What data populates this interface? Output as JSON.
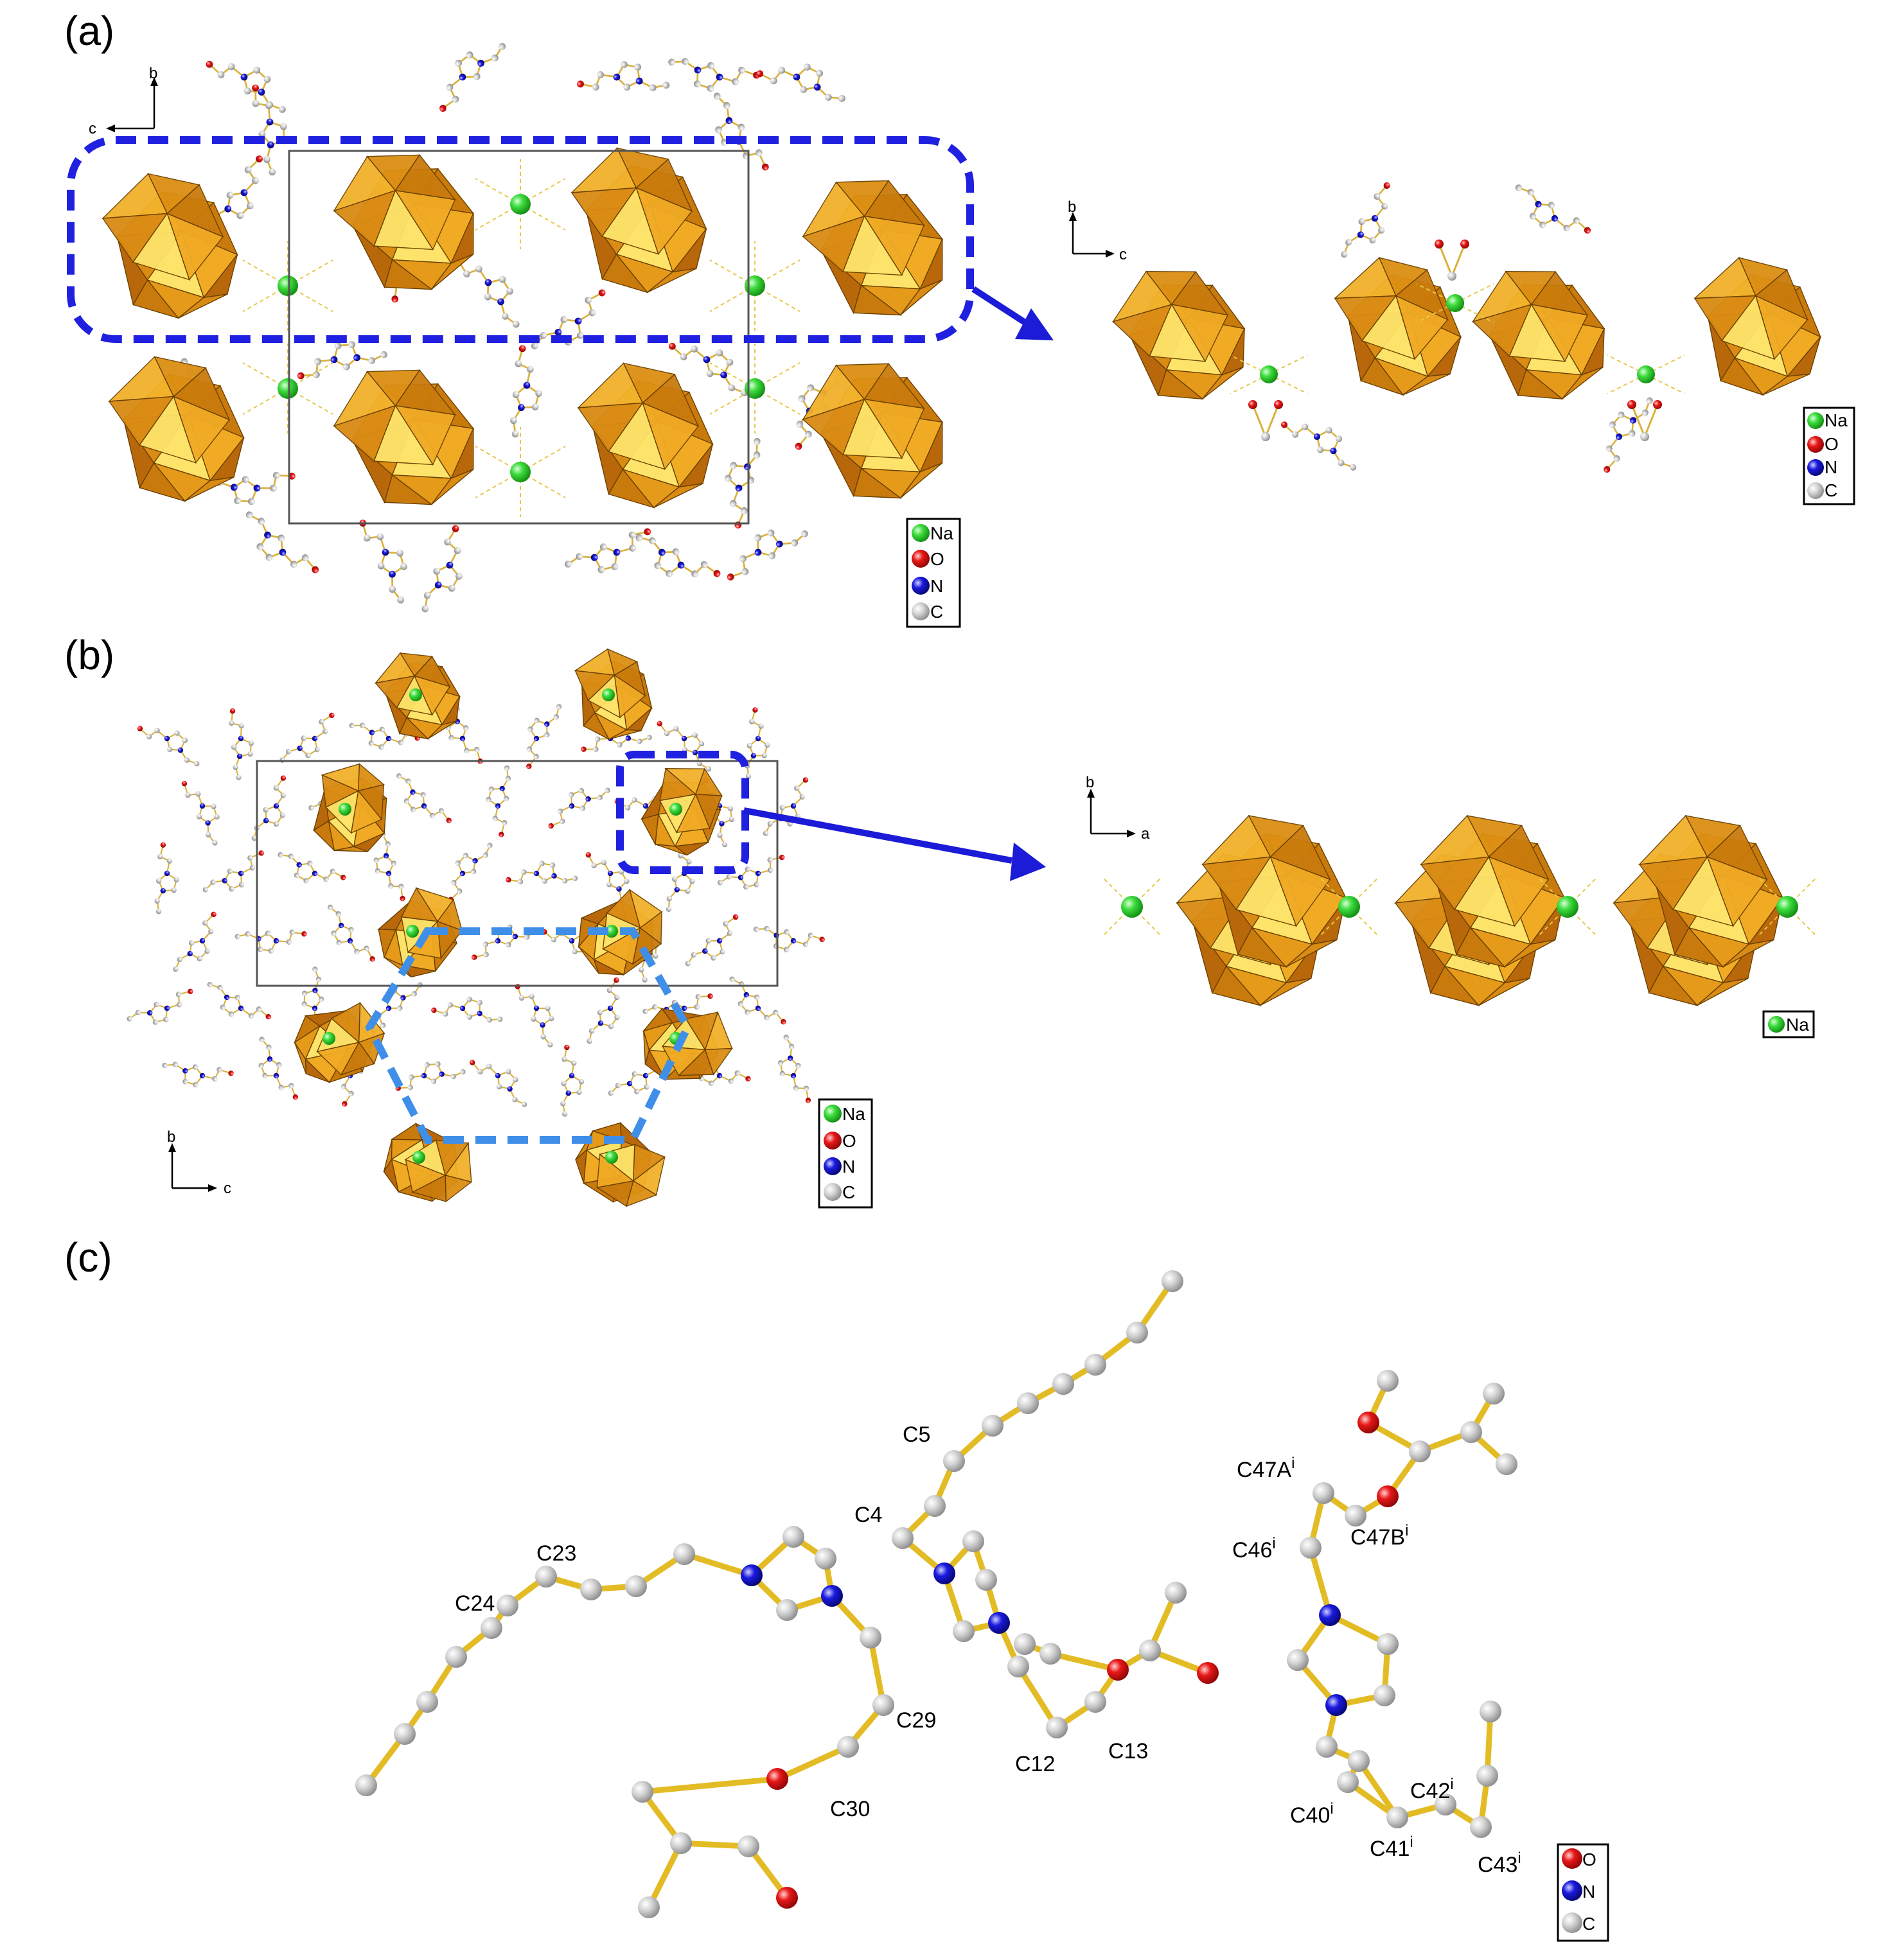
{
  "panels": {
    "a": {
      "label": "(a)"
    },
    "b": {
      "label": "(b)"
    },
    "c": {
      "label": "(c)"
    }
  },
  "axes": {
    "a_main": {
      "vertical": "b",
      "horizontal": "c"
    },
    "a_inset": {
      "vertical": "b",
      "horizontal": "c"
    },
    "b_main": {
      "vertical": "b",
      "horizontal": "c"
    },
    "b_inset": {
      "vertical": "b",
      "horizontal": "a"
    }
  },
  "legends": {
    "a_main": [
      "Na",
      "O",
      "N",
      "C"
    ],
    "a_inset": [
      "Na",
      "O",
      "N",
      "C"
    ],
    "b_main": [
      "Na",
      "O",
      "N",
      "C"
    ],
    "b_inset": [
      "Na"
    ],
    "c": [
      "O",
      "N",
      "C"
    ]
  },
  "atom_labels": {
    "c5": "C5",
    "c4": "C4",
    "c23": "C23",
    "c24": "C24",
    "c29": "C29",
    "c30": "C30",
    "c12": "C12",
    "c13": "C13",
    "c47a": "C47A",
    "c47b": "C47B",
    "c46": "C46",
    "c40": "C40",
    "c41": "C41",
    "c42": "C42",
    "c43": "C43",
    "symmetry_superscript": "i"
  },
  "colors": {
    "sodium": "#2ecc2e",
    "oxygen": "#e01010",
    "nitrogen": "#1414d0",
    "carbon": "#c8c8c8",
    "polyhedron": "#e8a21c",
    "bond": "#e3bc25",
    "highlight_frame": "#2020e0",
    "hexagon_frame": "#3f8fe8"
  },
  "icons": {
    "arrow_a": "arrow-right-icon",
    "arrow_b": "arrow-right-icon"
  }
}
